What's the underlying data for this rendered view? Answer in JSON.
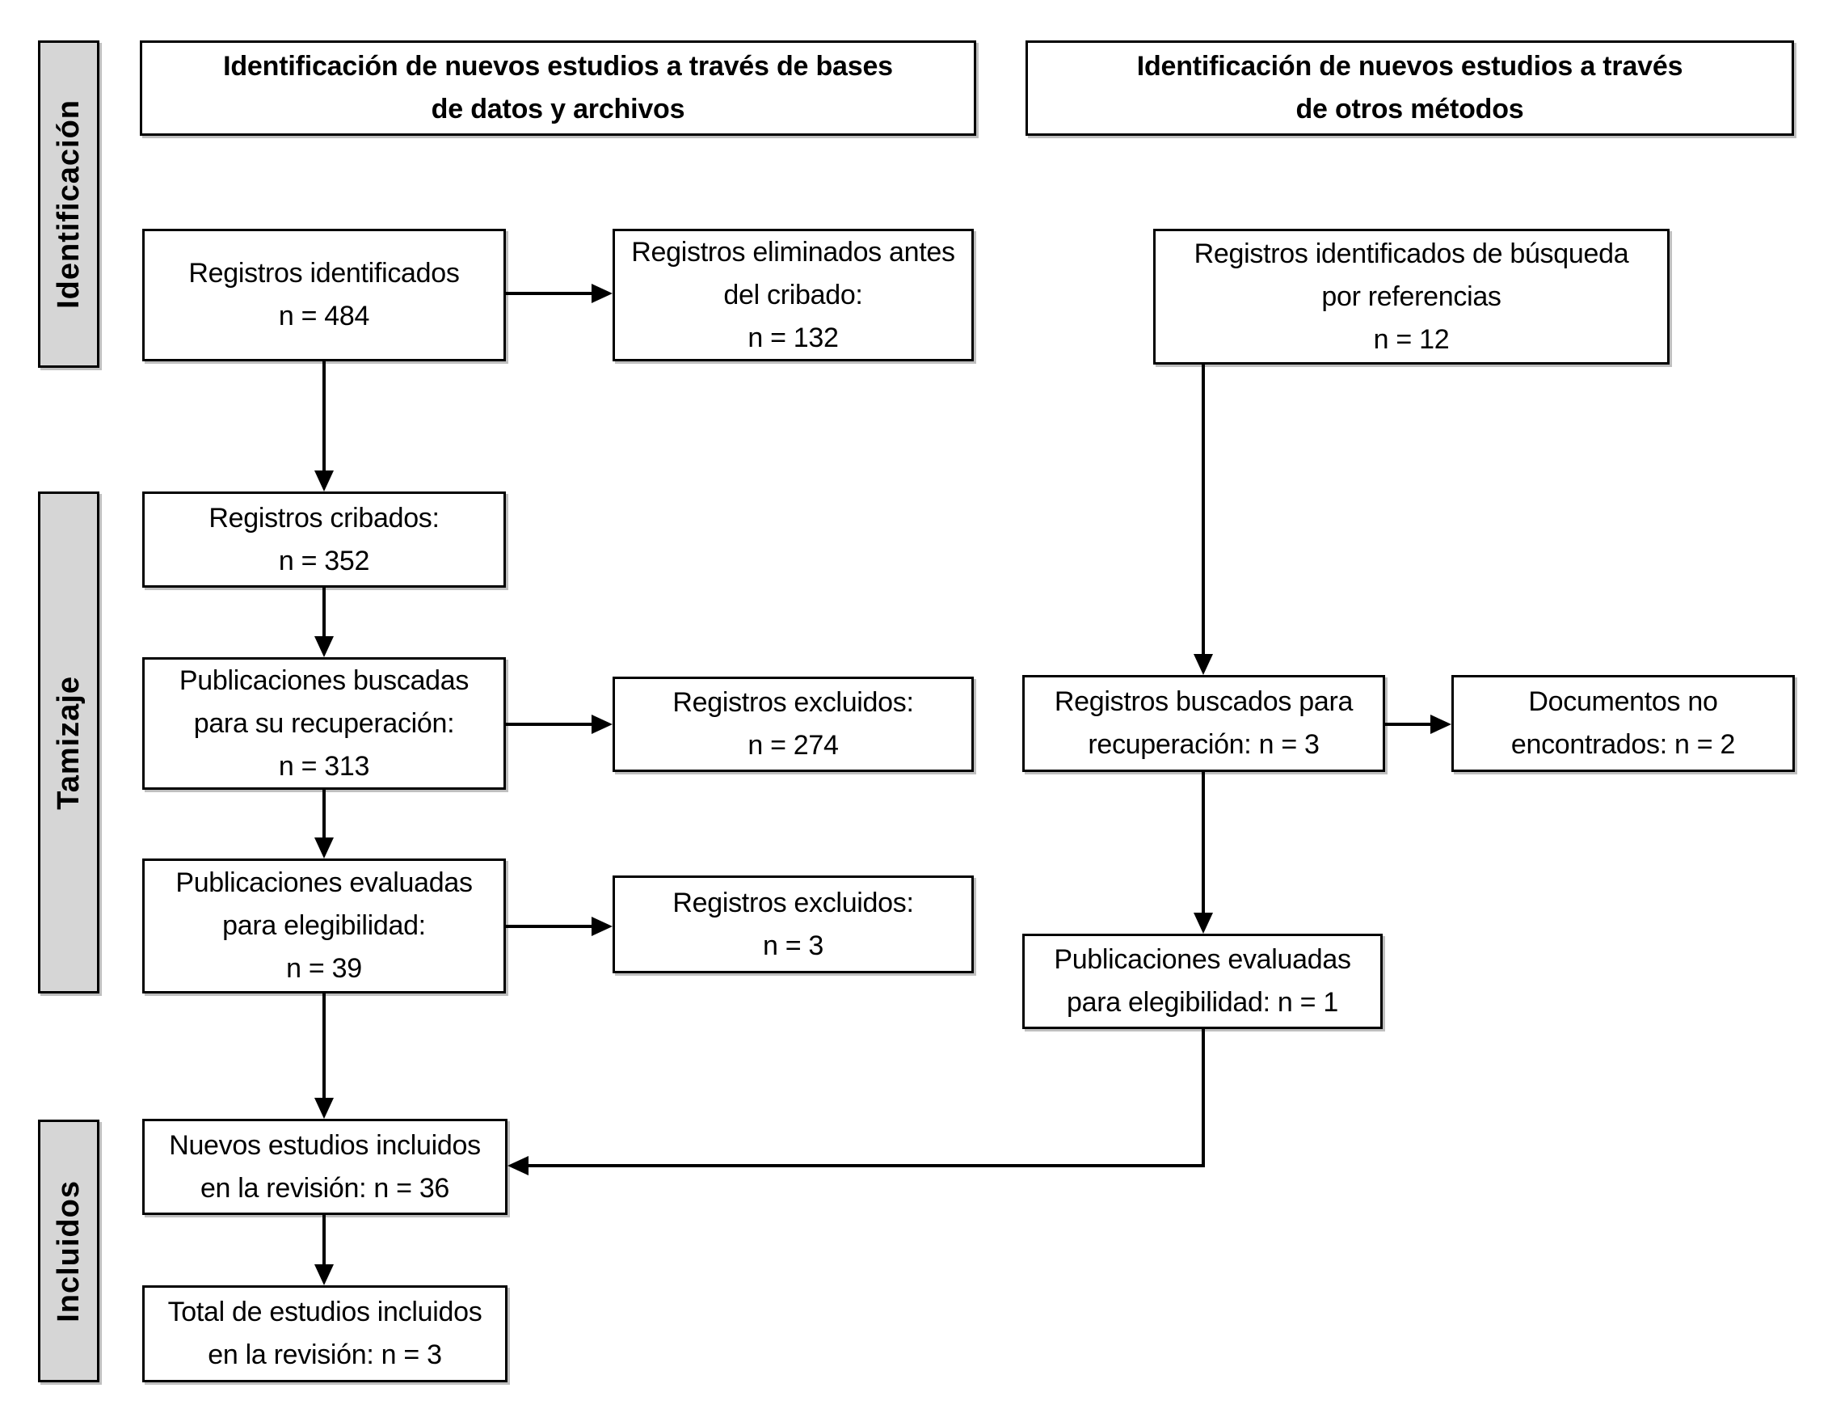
{
  "palette": {
    "background": "#ffffff",
    "box_fill": "#ffffff",
    "box_border": "#000000",
    "sidebar_fill": "#d6d6d6",
    "text_color": "#000000",
    "arrow_color": "#000000"
  },
  "sidebars": [
    {
      "id": "identification",
      "label": "Identificación"
    },
    {
      "id": "screening",
      "label": "Tamizaje"
    },
    {
      "id": "included",
      "label": "Incluidos"
    }
  ],
  "headers": {
    "databases": {
      "lines": [
        "Identificación de nuevos estudios a través de bases",
        "de datos y archivos"
      ]
    },
    "other_methods": {
      "lines": [
        "Identificación de nuevos estudios a través",
        "de otros métodos"
      ]
    }
  },
  "boxes": {
    "records_identified": {
      "lines": [
        "Registros identificados",
        "n = 484"
      ],
      "n": 484
    },
    "records_removed_before_screening": {
      "lines": [
        "Registros eliminados antes",
        "del cribado:",
        "n = 132"
      ],
      "n": 132
    },
    "records_identified_references": {
      "lines": [
        "Registros identificados de búsqueda",
        "por referencias",
        "n = 12"
      ],
      "n": 12
    },
    "records_screened": {
      "lines": [
        "Registros cribados:",
        "n = 352"
      ],
      "n": 352
    },
    "publications_sought": {
      "lines": [
        "Publicaciones buscadas",
        "para su recuperación:",
        "n = 313"
      ],
      "n": 313
    },
    "records_excluded": {
      "lines": [
        "Registros excluidos:",
        "n = 274"
      ],
      "n": 274
    },
    "references_sought": {
      "lines": [
        "Registros buscados para",
        "recuperación: n = 3"
      ],
      "n": 3
    },
    "documents_not_found": {
      "lines": [
        "Documentos no",
        "encontrados: n = 2"
      ],
      "n": 2
    },
    "publications_assessed": {
      "lines": [
        "Publicaciones evaluadas",
        "para elegibilidad:",
        "n = 39"
      ],
      "n": 39
    },
    "records_excluded_2": {
      "lines": [
        "Registros excluidos:",
        "n = 3"
      ],
      "n": 3
    },
    "references_assessed": {
      "lines": [
        "Publicaciones evaluadas",
        "para elegibilidad: n = 1"
      ],
      "n": 1
    },
    "new_studies_included": {
      "lines": [
        "Nuevos estudios incluidos",
        "en la revisión: n = 36"
      ],
      "n": 36
    },
    "total_studies_included": {
      "lines": [
        "Total de estudios incluidos",
        "en la revisión: n = 3"
      ],
      "n": 3
    }
  }
}
